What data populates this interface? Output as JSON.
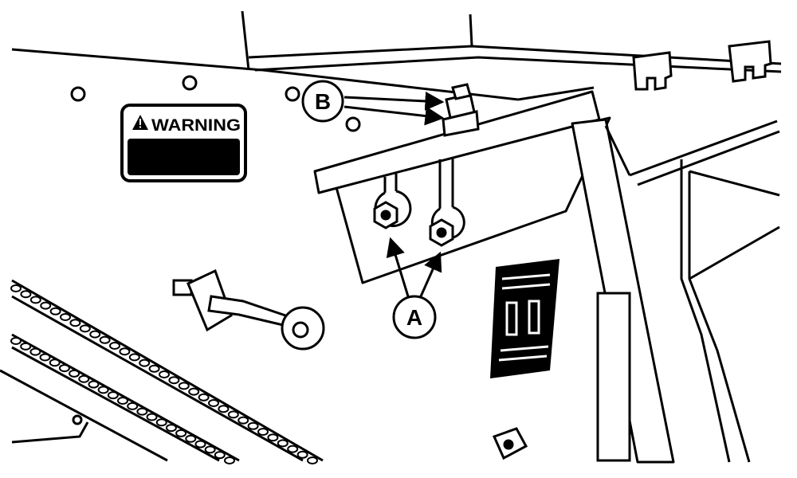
{
  "warning_decal": {
    "text": "WARNING",
    "icon": "warning-triangle-icon"
  },
  "callouts": [
    {
      "id": "A",
      "label": "A"
    },
    {
      "id": "B",
      "label": "B"
    }
  ],
  "colors": {
    "ink": "#000000",
    "paper": "#ffffff"
  }
}
